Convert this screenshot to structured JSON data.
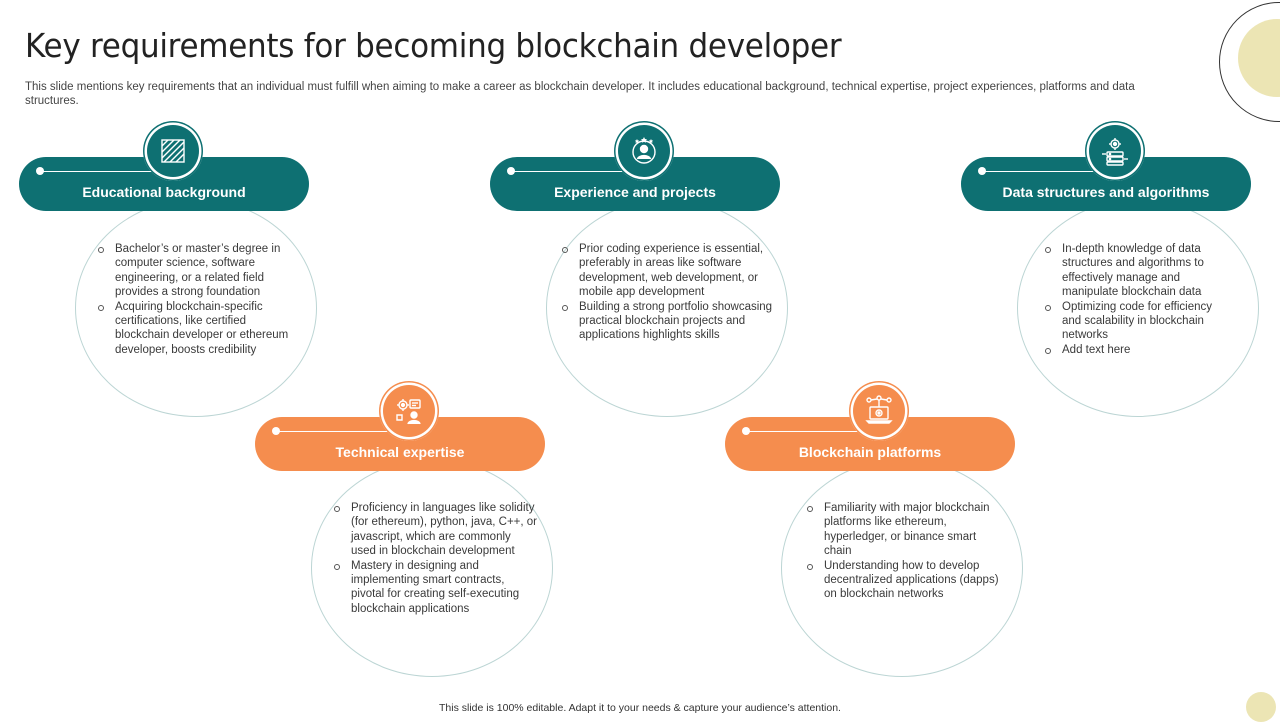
{
  "page": {
    "title": "Key requirements for becoming blockchain developer",
    "subtitle": "This slide mentions key requirements that an individual must fulfill when aiming to make a career as blockchain developer. It includes educational background, technical expertise, project experiences, platforms and data structures.",
    "footer": "This slide is 100% editable.  Adapt it to your needs & capture your audience’s attention."
  },
  "colors": {
    "teal": "#0e7072",
    "orange": "#f58d4e",
    "accent_yellow": "#ece5b4"
  },
  "cards": [
    {
      "label": "Educational background",
      "icon": "pattern-square-icon",
      "bullets": [
        "Bachelor’s or master’s degree in computer science, software engineering, or a related field provides a strong foundation",
        "Acquiring blockchain-specific certifications, like certified blockchain developer or ethereum developer, boosts credibility"
      ]
    },
    {
      "label": "Experience and projects",
      "icon": "user-stars-icon",
      "bullets": [
        "Prior coding experience is essential, preferably in areas like software development, web development, or mobile app development",
        "Building a strong portfolio showcasing practical blockchain projects and applications highlights skills"
      ]
    },
    {
      "label": "Data structures and algorithms",
      "icon": "database-gear-icon",
      "bullets": [
        "In-depth knowledge of data structures and algorithms to effectively  manage and manipulate blockchain data",
        "Optimizing code for efficiency and scalability in blockchain networks",
        "Add text here"
      ]
    },
    {
      "label": "Technical expertise",
      "icon": "developer-gear-icon",
      "bullets": [
        "Proficiency in languages like solidity (for ethereum), python, java, C++, or javascript, which are commonly used in blockchain development",
        "Mastery in designing and implementing smart contracts, pivotal for creating self-executing blockchain applications"
      ]
    },
    {
      "label": "Blockchain platforms",
      "icon": "laptop-network-gear-icon",
      "bullets": [
        "Familiarity with major blockchain platforms like ethereum, hyperledger, or binance smart chain",
        "Understanding how to develop decentralized applications (dapps) on blockchain networks"
      ]
    }
  ]
}
